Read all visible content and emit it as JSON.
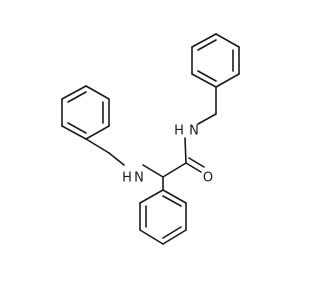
{
  "molecule": {
    "atoms": {
      "n_amide": "N",
      "h_amide": "H",
      "n_amine": "N",
      "h_amine": "H",
      "o_carbonyl": "O"
    }
  }
}
